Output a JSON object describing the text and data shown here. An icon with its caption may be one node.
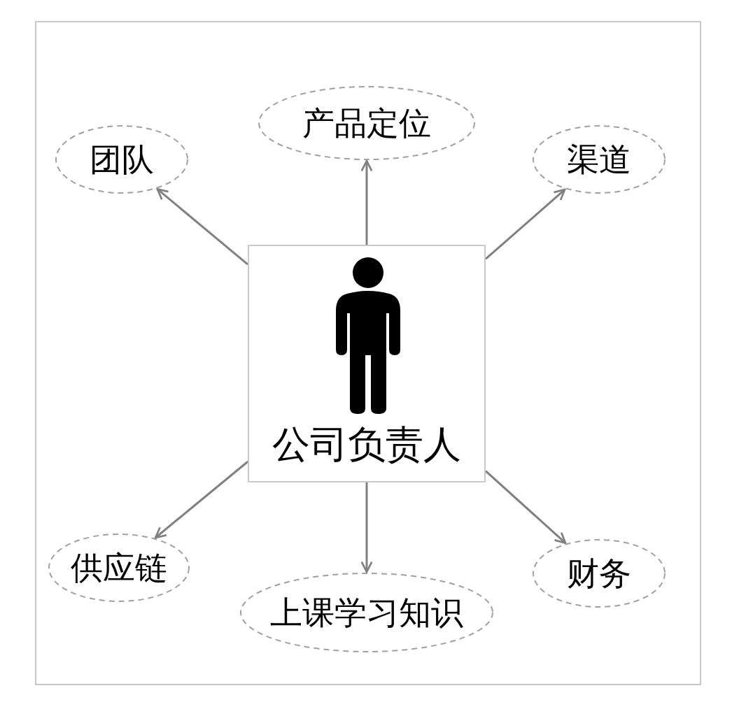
{
  "diagram": {
    "nodes": [
      {
        "text": [
          "公司负责人"
        ]
      },
      {
        "text": [
          "团队"
        ]
      },
      {
        "text": [
          "产品定位"
        ]
      },
      {
        "text": [
          "渠道"
        ]
      },
      {
        "text": [
          "供应链"
        ]
      },
      {
        "text": [
          "上课学习知识"
        ]
      },
      {
        "text": [
          "财务"
        ]
      }
    ],
    "edges": [
      {
        "from": 0,
        "to": 1,
        "arrow": "to"
      },
      {
        "from": 0,
        "to": 2,
        "arrow": "to"
      },
      {
        "from": 0,
        "to": 3,
        "arrow": "to"
      },
      {
        "from": 0,
        "to": 4,
        "arrow": "to"
      },
      {
        "from": 0,
        "to": 5,
        "arrow": "to"
      },
      {
        "from": 0,
        "to": 6,
        "arrow": "to"
      }
    ]
  }
}
